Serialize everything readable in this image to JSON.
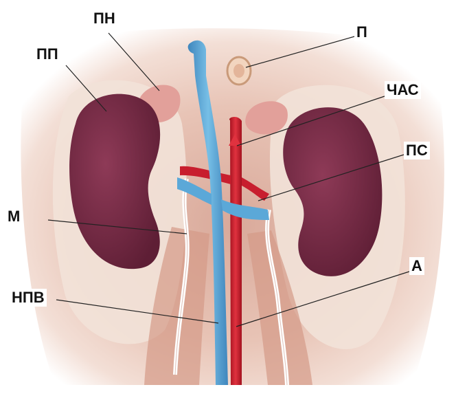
{
  "labels": {
    "pp": "ПП",
    "pn": "ПН",
    "p": "П",
    "chas": "ЧАС",
    "ps": "ПС",
    "m": "М",
    "npv": "НПВ",
    "a": "А"
  },
  "colors": {
    "kidney": "#7c2d4a",
    "vein": "#5ba8d8",
    "artery": "#c81e2e",
    "ureter": "#fbfbfb",
    "tissue": "#e7c3b6",
    "fat": "#f1e4da"
  }
}
